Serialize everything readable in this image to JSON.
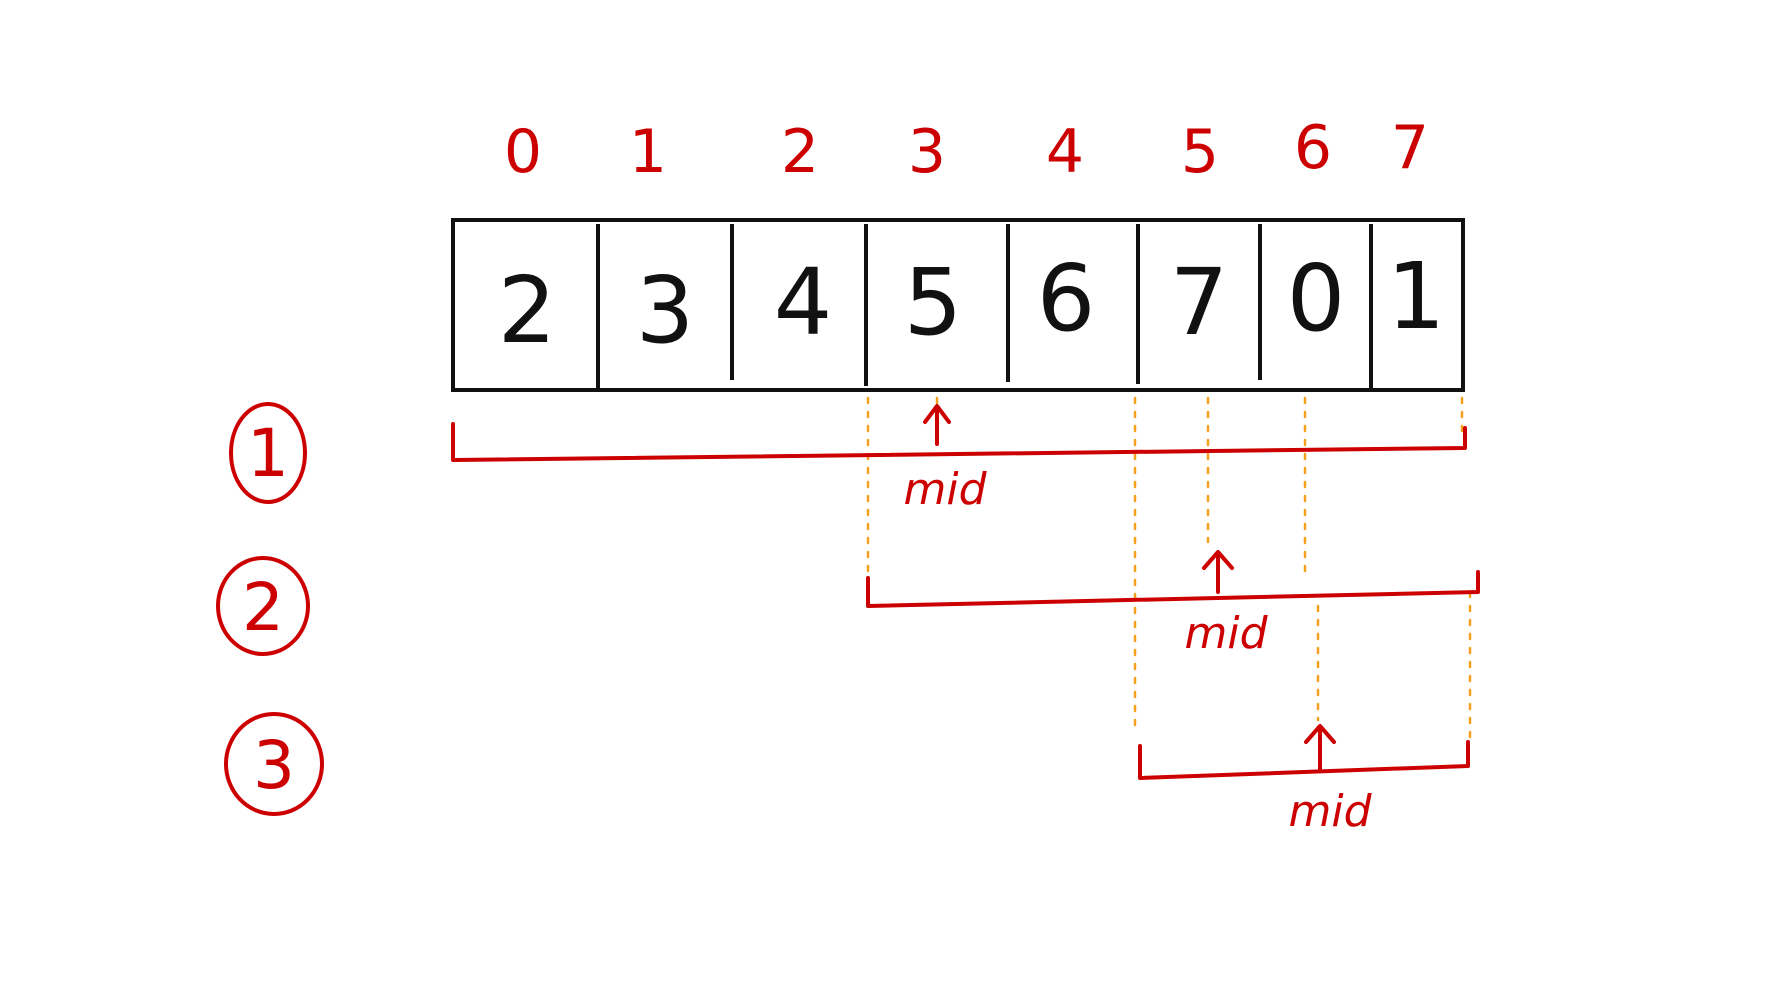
{
  "diagram": {
    "indices": [
      "0",
      "1",
      "2",
      "3",
      "4",
      "5",
      "6",
      "7"
    ],
    "values": [
      "2",
      "3",
      "4",
      "5",
      "6",
      "7",
      "0",
      "1"
    ],
    "colors": {
      "ink": "#111111",
      "accent": "#cc0000",
      "guide": "#f5a020"
    },
    "steps": [
      {
        "number": "1",
        "mid_label": "mid"
      },
      {
        "number": "2",
        "mid_label": "mid"
      },
      {
        "number": "3",
        "mid_label": "mid"
      }
    ]
  }
}
